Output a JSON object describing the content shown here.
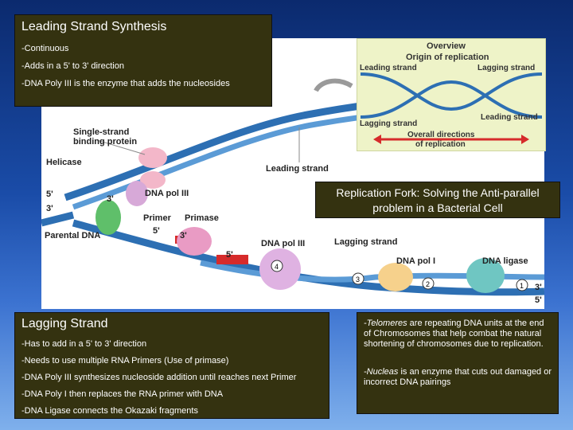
{
  "leading_box": {
    "title": "Leading Strand Synthesis",
    "lines": [
      "-Continuous",
      "-Adds in a 5' to 3' direction",
      "-DNA Poly III is the enzyme that adds the nucleosides"
    ]
  },
  "fork_box": {
    "text": "Replication Fork: Solving the Anti-parallel problem in a Bacterial Cell"
  },
  "lagging_box": {
    "title": "Lagging Strand",
    "lines": [
      "-Has to add in a 5' to 3' direction",
      "-Needs to use multiple RNA Primers (Use of primase)",
      "-DNA Poly III synthesizes nucleoside addition until reaches next Primer",
      "-DNA Poly I then replaces the RNA primer with DNA",
      "-DNA Ligase connects the Okazaki fragments"
    ]
  },
  "right_box": {
    "telomeres_term": "-Telomeres",
    "telomeres_text": " are repeating DNA units at the end of Chromosomes that help combat the natural shortening of chromosomes due to replication.",
    "nucleas_term": "-Nucleas",
    "nucleas_text": " is an enzyme that cuts out damaged or incorrect DNA pairings"
  },
  "overview": {
    "title": "Overview",
    "origin": "Origin of replication",
    "leading_left": "Leading strand",
    "lagging_right": "Lagging strand",
    "lagging_left": "Lagging strand",
    "leading_right": "Leading strand",
    "overall_line1": "Overall directions",
    "overall_line2": "of replication"
  },
  "diagram_labels": {
    "ssb_line1": "Single-strand",
    "ssb_line2": "binding protein",
    "helicase": "Helicase",
    "leading_strand": "Leading strand",
    "five_prime": "5'",
    "three_prime": "3'",
    "dna_pol_iii": "DNA pol III",
    "primer": "Primer",
    "primase": "Primase",
    "parental_dna": "Parental DNA",
    "lagging_strand": "Lagging strand",
    "dna_pol_i": "DNA pol I",
    "dna_ligase": "DNA ligase",
    "n1": "1",
    "n2": "2",
    "n3": "3",
    "n4": "4"
  },
  "colors": {
    "background": "#1a4ca8",
    "text_box": "#343210",
    "strand": "#2d6fb3",
    "primer": "#d62b2b"
  }
}
